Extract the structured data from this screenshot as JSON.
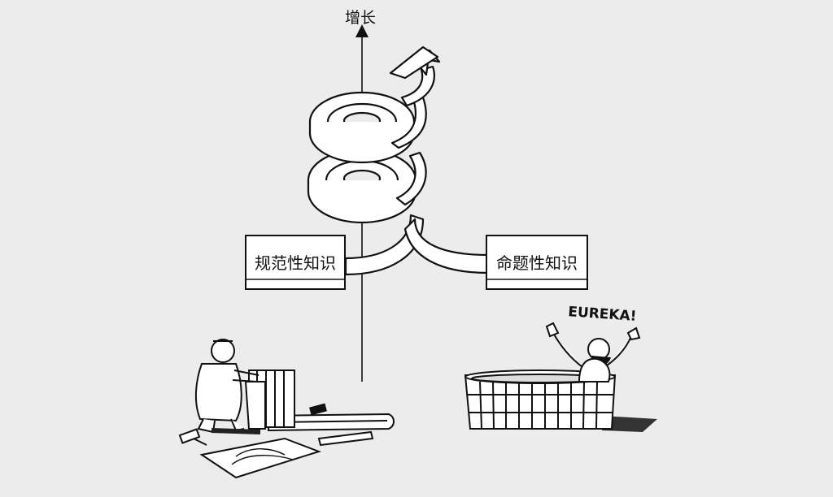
{
  "axis": {
    "label": "增长"
  },
  "left_box": {
    "label": "规范性知识"
  },
  "right_box": {
    "label": "命题性知识"
  },
  "exclamation": {
    "text": "EUREKA!"
  },
  "colors": {
    "background": "#ececec",
    "ink": "#111111",
    "paper": "#ffffff"
  }
}
